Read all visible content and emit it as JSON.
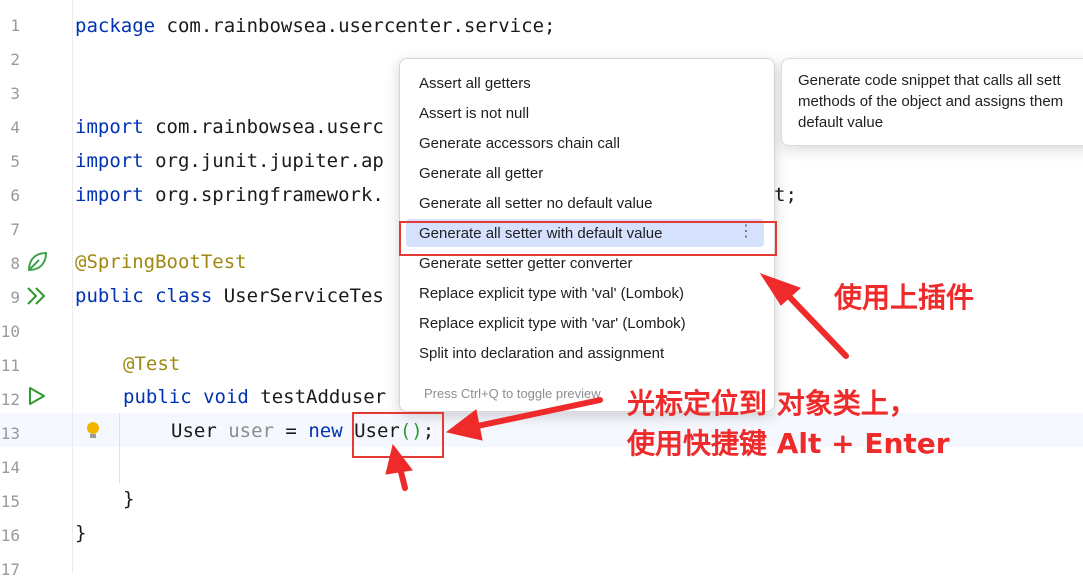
{
  "editor": {
    "line_numbers": [
      "1",
      "2",
      "3",
      "4",
      "5",
      "6",
      "7",
      "8",
      "9",
      "10",
      "11",
      "12",
      "13",
      "14",
      "15",
      "16",
      "17"
    ],
    "code": {
      "l1": {
        "kw": "package",
        "rest": " com.rainbowsea.usercenter.service;"
      },
      "l4": {
        "kw": "import",
        "rest": " com.rainbowsea.userc"
      },
      "l5": {
        "kw": "import",
        "rest": " org.junit.jupiter.ap"
      },
      "l6": {
        "kw": "import",
        "rest": " org.springframework.",
        "tail": "t;"
      },
      "l8": {
        "ann": "@SpringBootTest"
      },
      "l9": {
        "kw": "public class",
        "rest": " UserServiceTes"
      },
      "l11": {
        "ann": "@Test"
      },
      "l12": {
        "kw": "public void",
        "rest": " testAdduser"
      },
      "l13": {
        "type": "User",
        "var": "user",
        "eq": " = ",
        "kw": "new",
        "ctor": "User",
        "paren": "()",
        "semi": ";"
      },
      "l15": "}",
      "l16": "}"
    }
  },
  "popup": {
    "items": [
      "Assert all getters",
      "Assert is not null",
      "Generate accessors chain call",
      "Generate all getter",
      "Generate all setter no default value",
      "Generate all setter with default value",
      "Generate setter getter converter",
      "Replace explicit type with 'val' (Lombok)",
      "Replace explicit type with 'var' (Lombok)",
      "Split into declaration and assignment"
    ],
    "selected_index": 5,
    "more": "⋮",
    "footer": "Press Ctrl+Q to toggle preview"
  },
  "tooltip": {
    "lines": [
      "Generate code snippet that calls all sett",
      "methods of the object and assigns them",
      "default value"
    ]
  },
  "annotations": {
    "plugin_note": "使用上插件",
    "cursor_note_1": "光标定位到 对象类上，",
    "cursor_note_2": "使用快捷键 Alt + Enter",
    "color": "#ee2a2a"
  },
  "icons": {
    "spring_bean": "leaf-icon",
    "run_class": "double-run-icon",
    "run_method": "run-icon",
    "intention": "lightbulb-icon"
  }
}
